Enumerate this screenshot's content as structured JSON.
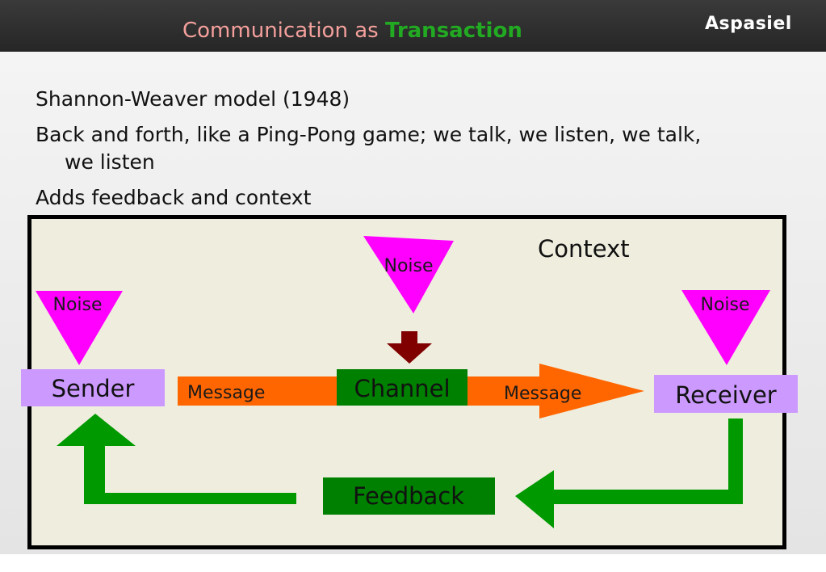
{
  "header": {
    "title_prefix": "Communication as ",
    "title_accent": "Transaction",
    "logo": "Aspasiel"
  },
  "bullets": [
    "Shannon-Weaver model (1948)",
    "Back and forth, like a Ping-Pong game; we talk, we listen, we talk,",
    "we listen",
    "Adds feedback and context"
  ],
  "diagram": {
    "context_label": "Context",
    "sender_label": "Sender",
    "channel_label": "Channel",
    "receiver_label": "Receiver",
    "feedback_label": "Feedback",
    "message_label_1": "Message",
    "message_label_2": "Message",
    "noise_channel": "Noise",
    "noise_sender": "Noise",
    "noise_receiver": "Noise",
    "colors": {
      "noise": "#ff00ff",
      "box": "#cc99ff",
      "channel": "#008000",
      "message_arrow": "#ff6600",
      "feedback_arrow": "#009900",
      "noise_arrow": "#800000",
      "background": "#efeede"
    }
  }
}
